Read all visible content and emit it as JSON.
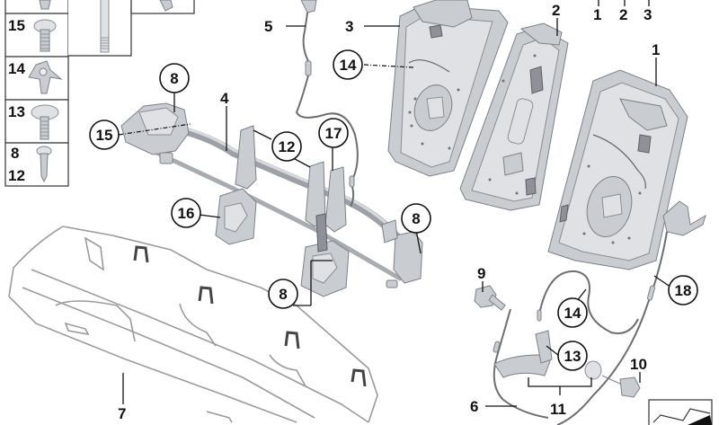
{
  "diagram": {
    "type": "exploded-parts-diagram",
    "subject": "Rear seat backrest frame and hinge/locking components",
    "legend_boxes": [
      {
        "labels": [
          "15"
        ],
        "part": "screw-pan-head"
      },
      {
        "labels": [
          "14"
        ],
        "part": "cable-clip"
      },
      {
        "labels": [
          "13"
        ],
        "part": "screw-pan-head"
      },
      {
        "labels": [
          "8",
          "12"
        ],
        "part": "self-tapping-screw"
      }
    ],
    "callouts": {
      "c1_top": "1",
      "c2_top": "2",
      "c3_top": "3",
      "c2": "2",
      "c3": "3",
      "c1": "1",
      "c5": "5",
      "c14_upper": "14",
      "c4": "4",
      "c8_a": "8",
      "c15": "15",
      "c12": "12",
      "c17": "17",
      "c16": "16",
      "c8_b": "8",
      "c8_c": "8",
      "c7": "7",
      "c9": "9",
      "c14_lower": "14",
      "c18": "18",
      "c13": "13",
      "c10": "10",
      "c11": "11",
      "c6": "6"
    }
  }
}
